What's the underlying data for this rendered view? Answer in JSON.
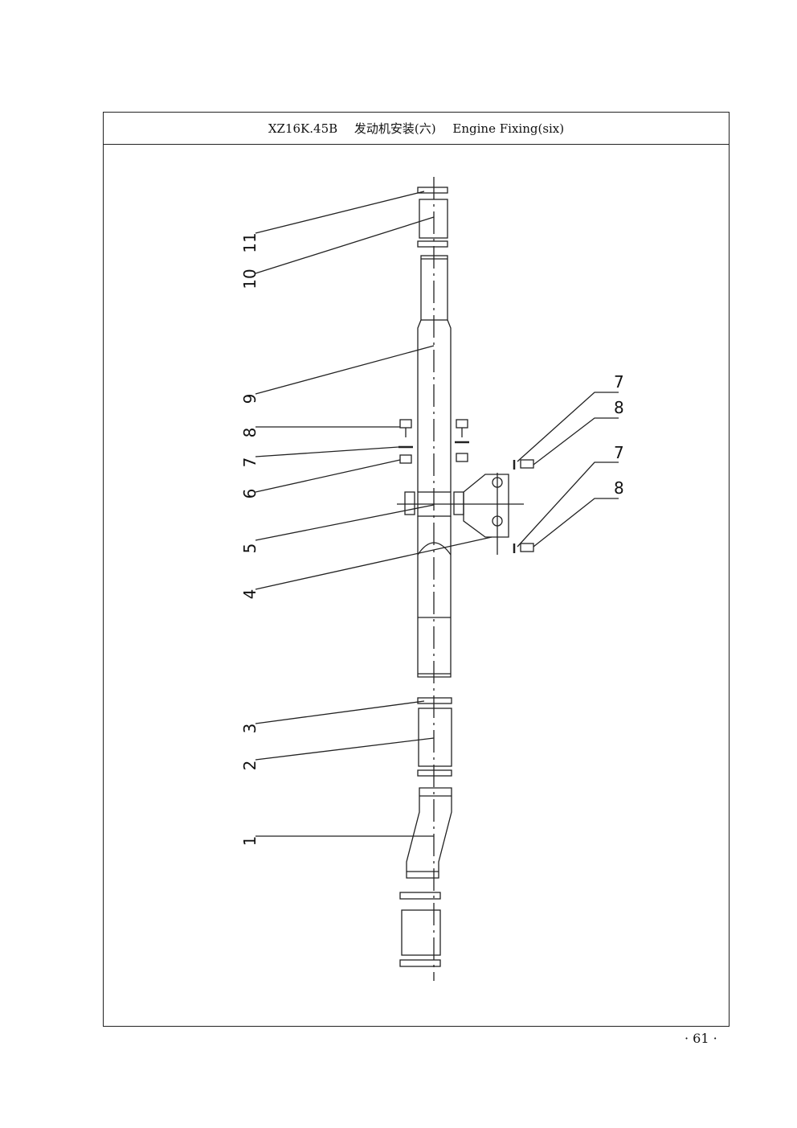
{
  "title": {
    "model": "XZ16K.45B",
    "name_cn": "发动机安装(六)",
    "name_en": "Engine Fixing(six)"
  },
  "page_number": "· 61 ·",
  "callouts": [
    "1",
    "2",
    "3",
    "4",
    "5",
    "6",
    "7",
    "8",
    "9",
    "10",
    "11"
  ],
  "right_callouts": [
    "7",
    "8",
    "7",
    "8"
  ]
}
